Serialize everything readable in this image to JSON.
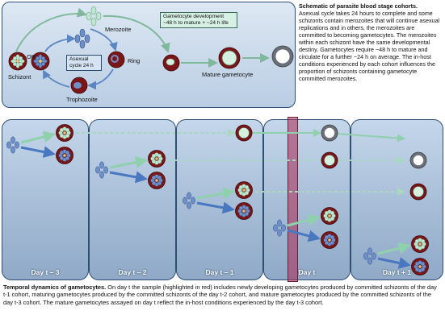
{
  "top": {
    "title": "Schematic of parasite blood stage cohorts.",
    "paragraph": "Asexual cycle takes 24 hours to complete and some schizonts contain merozoites that will continue asexual replications and in others, the merozoites are committed to becoming gametocytes. The merozoites within each schizont have the same developmental destiny. Gametocytes require ~48 h to mature and circulate for a further ~24 h on average. The in-host conditions experienced by each cohort influences the proportion of schizonts containing gametocyte committed merozoites.",
    "labels": {
      "merozoite": "Merozoite",
      "ring": "Ring",
      "trophozoite": "Trophozoite",
      "schizont": "Schizont",
      "or": "OR",
      "asexual_cycle": "Asexual cycle 24 h",
      "gametocyte_development": "Gametocyte development ~48 h to mature + ~24 h life",
      "mature_gametocyte": "Mature gametocyte"
    }
  },
  "days": [
    "Day t – 3",
    "Day t – 2",
    "Day t – 1",
    "Day t",
    "Day t + 1"
  ],
  "caption": {
    "title": "Temporal dynamics of gametocytes.",
    "text": "On day t the sample (highlighted in red) includes newly developing gametocytes produced by committed schizonts of the day t-1 cohort, maturing gametocytes produced by the committed schizonts of the day t-2 cohort, and mature gametocytes produced by the committed schizonts of the day t-3 cohort. The mature gametocytes assayed on day t reflect the in-host conditions experienced by the day t-3 cohort."
  },
  "colors": {
    "merozoite_green": "#bfe6cf",
    "merozoite_blue": "#6f8fc8",
    "cell_dark": "#7a1618",
    "green_arrow": "#7fb89a",
    "blue_arrow": "#5b86c4",
    "highlight": "#aa2850"
  }
}
